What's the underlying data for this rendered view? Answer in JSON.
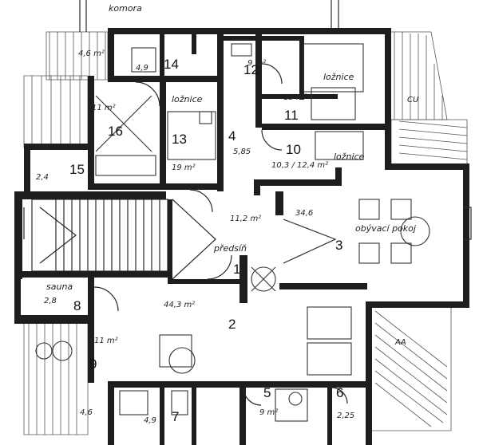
{
  "rooms": [
    {
      "num": "1",
      "name": "předsíň",
      "area": "11,2 m²"
    },
    {
      "num": "2",
      "name": "",
      "area": "44,3 m²"
    },
    {
      "num": "3",
      "name": "obývací pokoj",
      "area": "34,6"
    },
    {
      "num": "4",
      "name": "",
      "area": "5,85"
    },
    {
      "num": "5",
      "name": "",
      "area": "9 m²"
    },
    {
      "num": "6",
      "name": "",
      "area": "2,25"
    },
    {
      "num": "7",
      "name": "",
      "area": ""
    },
    {
      "num": "8",
      "name": "sauna",
      "area": "2,8"
    },
    {
      "num": "9",
      "name": "",
      "area": "11 m²"
    },
    {
      "num": "10",
      "name": "ložnice",
      "area": "10,3 / 12,4 m²"
    },
    {
      "num": "11",
      "name": "ložnice",
      "area": "13 m²"
    },
    {
      "num": "12",
      "name": "",
      "area": "9 m²"
    },
    {
      "num": "13",
      "name": "ložnice",
      "area": "19 m²"
    },
    {
      "num": "14",
      "name": "",
      "area": "4,9"
    },
    {
      "num": "15",
      "name": "",
      "area": "2,4"
    },
    {
      "num": "16",
      "name": "",
      "area": "11 m²"
    }
  ],
  "extra_labels": {
    "komora": "komora",
    "komora_area": "4,6 m²",
    "bottom_left_area": "4,6",
    "bottom_wc_area": "4,9",
    "top_right_mark": "CU",
    "bottom_right_mark": "AA"
  }
}
